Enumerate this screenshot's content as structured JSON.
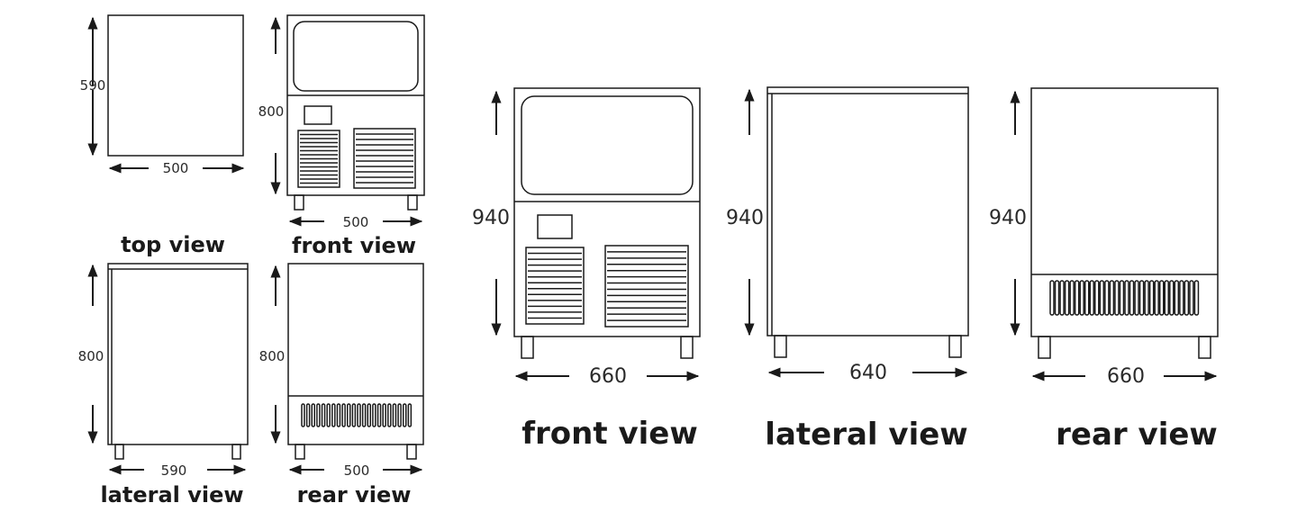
{
  "small": {
    "top": {
      "height": "590",
      "width": "500",
      "label": "top view"
    },
    "front": {
      "height": "800",
      "width": "500",
      "label": "front view"
    },
    "lateral": {
      "height": "800",
      "width": "590",
      "label": "lateral view"
    },
    "rear": {
      "height": "800",
      "width": "500",
      "label": "rear view"
    }
  },
  "large": {
    "front": {
      "height": "940",
      "width": "660",
      "label": "front view"
    },
    "lateral": {
      "height": "940",
      "width": "640",
      "label": "lateral view"
    },
    "rear": {
      "height": "940",
      "width": "660",
      "label": "rear view"
    }
  }
}
